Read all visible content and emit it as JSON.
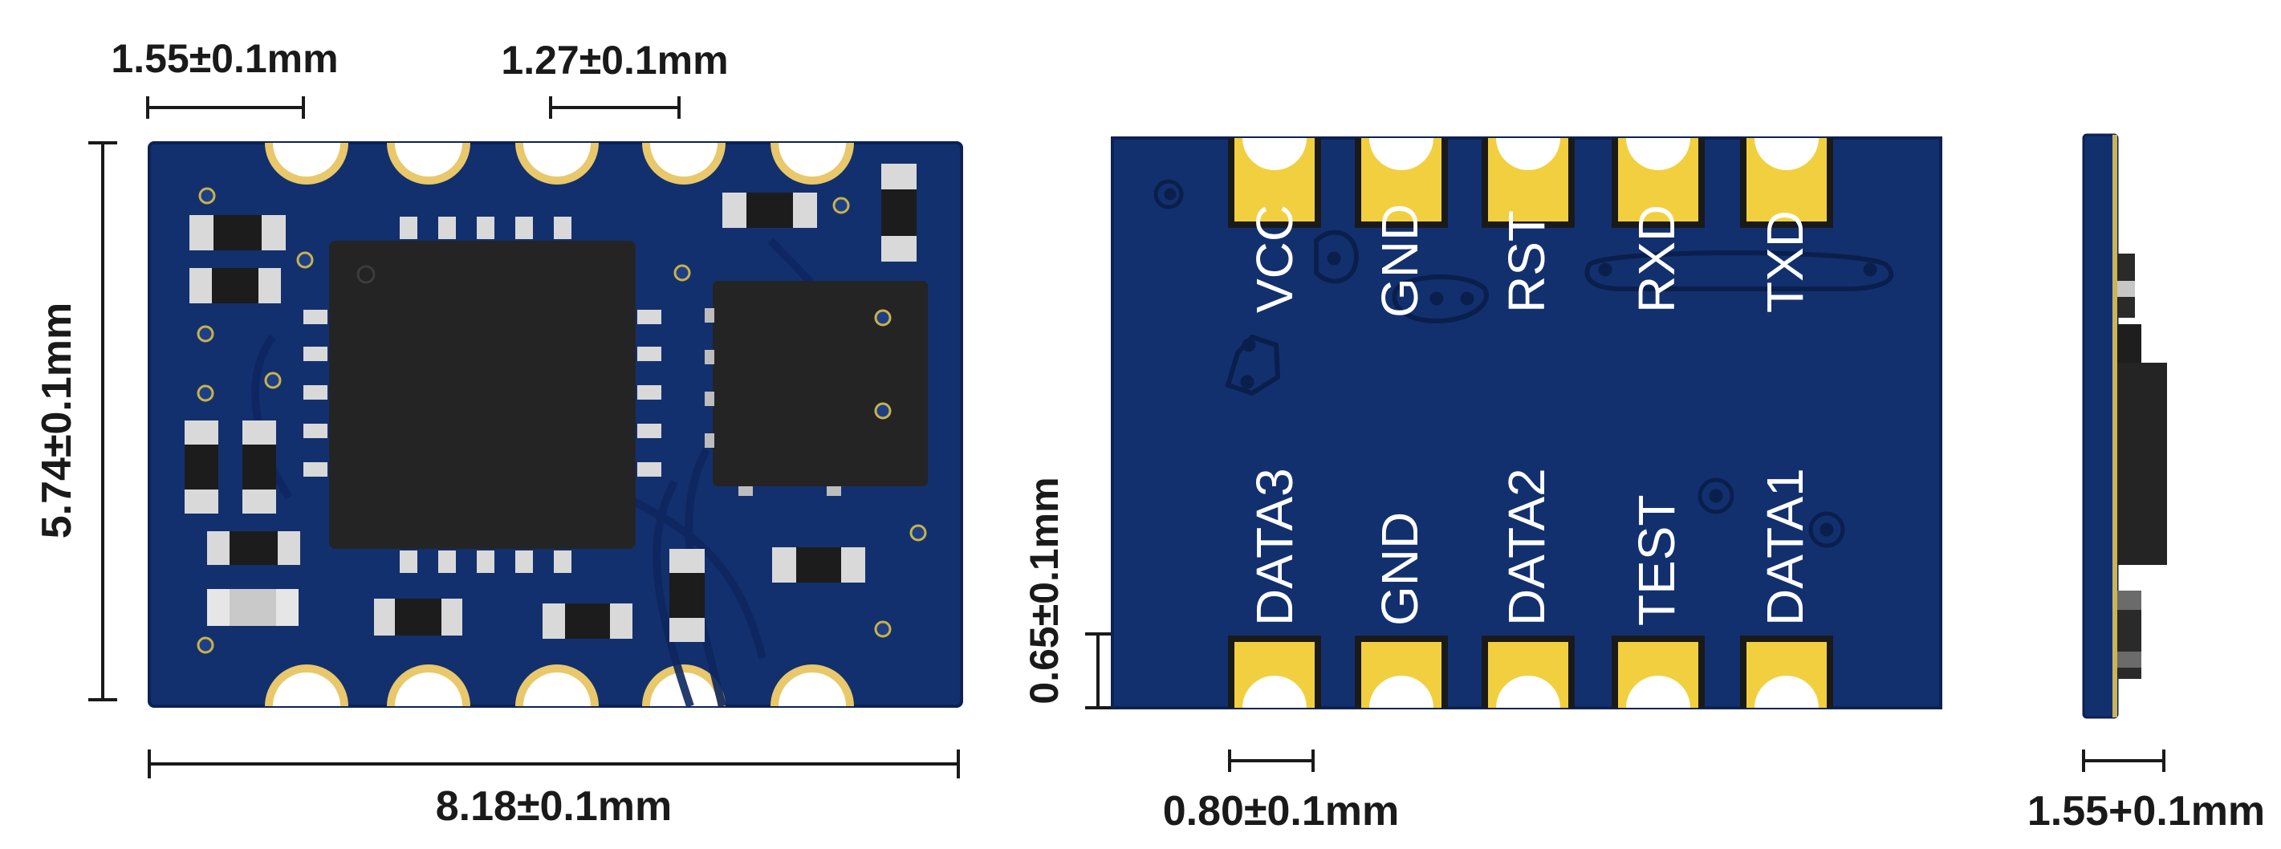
{
  "dimensions": {
    "pin_width": "1.55±0.1mm",
    "pin_pitch": "1.27±0.1mm",
    "height": "5.74±0.1mm",
    "width": "8.18±0.1mm",
    "pad_height": "0.65±0.1mm",
    "pad_width": "0.80±0.1mm",
    "thickness": "1.55+0.1mm"
  },
  "pins": {
    "top": [
      "VCC",
      "GND",
      "RST",
      "RXD",
      "TXD"
    ],
    "bottom": [
      "DATA3",
      "GND",
      "DATA2",
      "TEST",
      "DATA1"
    ]
  },
  "colors": {
    "pcb": "#13306e",
    "pcb_edge": "#0c2254",
    "pad_gold": "#f2cf3f",
    "chip": "#242424",
    "dimension_line": "#1a1a1a"
  }
}
